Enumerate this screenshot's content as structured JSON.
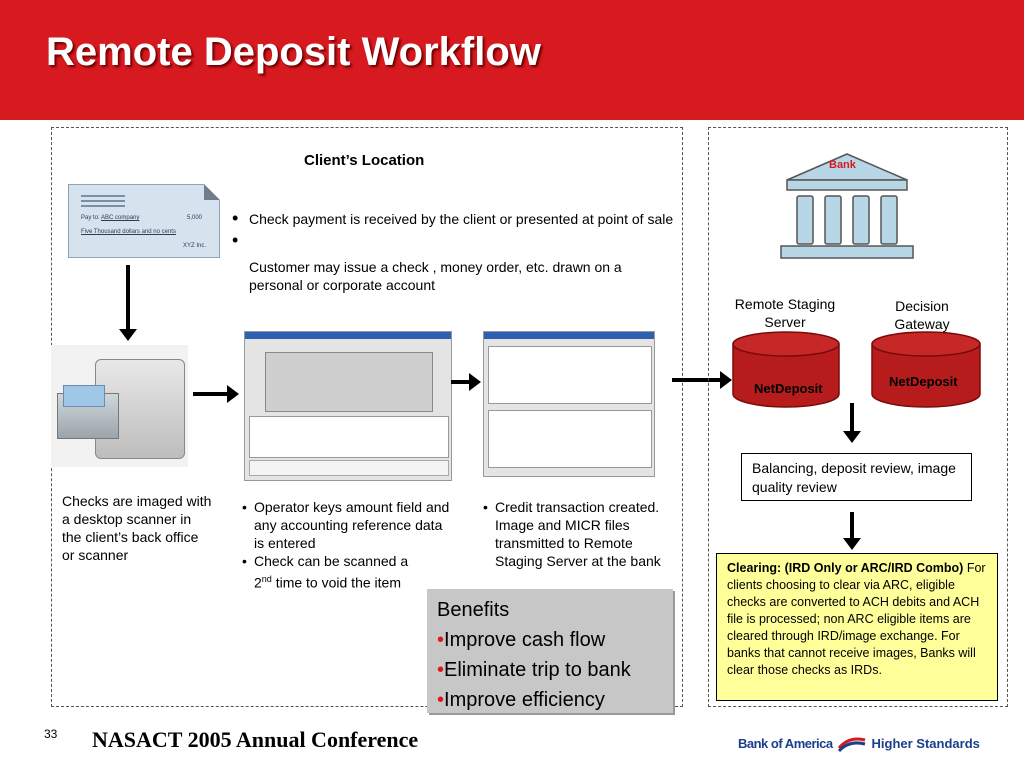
{
  "slide": {
    "title": "Remote Deposit Workflow",
    "page_number": "33",
    "footer": "NASACT 2005 Annual Conference",
    "logo_text": "Bank of America",
    "tagline": "Higher Standards"
  },
  "client": {
    "heading": "Client’s Location",
    "check": {
      "pay_to_label": "Pay to:",
      "payee": "ABC company",
      "amount": "5,000",
      "amount_words": "Five Thousand dollars and no cents",
      "signer": "XYZ Inc."
    },
    "bullets": [
      "Check payment is received by the client or presented at point of sale",
      "Customer may issue a check , money order, etc. drawn on a personal or corporate account"
    ],
    "scanner_caption": "Checks are imaged with a desktop scanner in the client’s back office or scanner",
    "operator_bullets": [
      "Operator keys amount field and any accounting reference data is entered",
      "Check can be scanned a"
    ],
    "second_time_prefix": "2",
    "second_time_sup": "nd",
    "second_time_suffix": " time to void the item",
    "credit_bullet": "Credit transaction created. Image and MICR files transmitted to Remote Staging Server at the bank"
  },
  "bank": {
    "label": "Bank",
    "remote_staging_label": "Remote Staging Server",
    "decision_gateway_label": "Decision Gateway",
    "cylinder_label_1": "NetDeposit",
    "cylinder_label_2": "NetDeposit",
    "review_text": "Balancing, deposit review, image quality review",
    "clearing_bold": "Clearing:  (IRD Only or ARC/IRD Combo)",
    "clearing_text": " For clients choosing to clear via ARC, eligible checks are converted to ACH debits and ACH file is processed; non ARC eligible items are cleared through IRD/image exchange.  For banks that cannot receive images, Banks will clear those checks as IRDs."
  },
  "benefits": {
    "heading": "Benefits",
    "items": [
      "Improve cash flow",
      "Eliminate trip to bank",
      "Improve efficiency"
    ]
  },
  "colors": {
    "brand_red": "#d71920",
    "brand_blue": "#1b3f8b",
    "cylinder": "#b71c1c",
    "bank_icon": "#b8d7e6",
    "yellow_box": "#ffff99"
  }
}
